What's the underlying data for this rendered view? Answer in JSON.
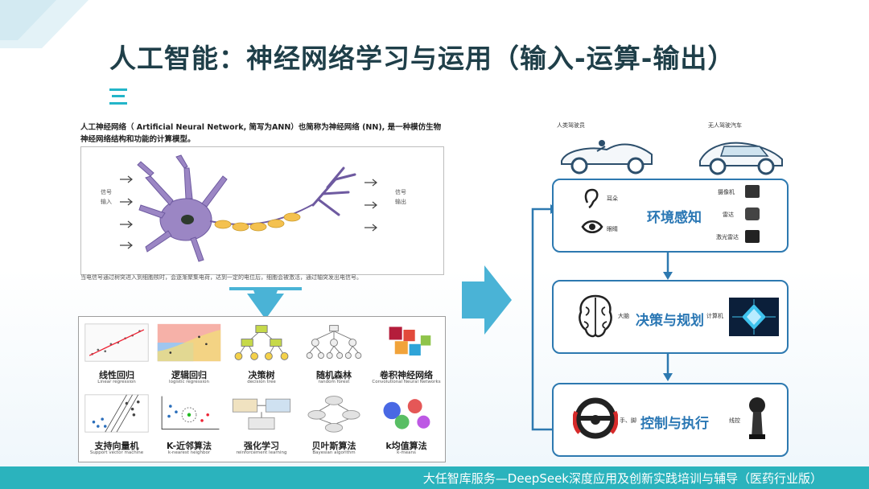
{
  "slide": {
    "title": "人工智能：神经网络学习与运用（输入-运算-输出）",
    "section_marker": "三",
    "footer_text": "大任智库服务—DeepSeek深度应用及创新实践培训与辅导（医药行业版）"
  },
  "ann": {
    "intro": "人工神经网络（ Artificial Neural Network, 简写为ANN）也简称为神经网络 (NN), 是一种模仿生物神经网络结构和功能的计算模型。",
    "input_label": "信号输入",
    "output_label": "信号输出",
    "caption": "当电信号通过树突进入到细胞核时，会逐渐聚集电荷，达到一定的电位后，细胞会被激活，通过轴突发出电信号。"
  },
  "algorithms": [
    {
      "cn": "线性回归",
      "en": "Linear regression",
      "icon": "scatter-line-icon"
    },
    {
      "cn": "逻辑回归",
      "en": "logistic regression",
      "icon": "heatmap-icon"
    },
    {
      "cn": "决策树",
      "en": "decision tree",
      "icon": "tree-icon"
    },
    {
      "cn": "随机森林",
      "en": "random forest",
      "icon": "forest-icon"
    },
    {
      "cn": "卷积神经网络",
      "en": "Convolutional Neural Networks",
      "icon": "cubes-icon"
    },
    {
      "cn": "支持向量机",
      "en": "Support vector machine",
      "icon": "svm-icon"
    },
    {
      "cn": "K-近邻算法",
      "en": "k-nearest neighbor",
      "icon": "knn-icon"
    },
    {
      "cn": "强化学习",
      "en": "reinforcement learning",
      "icon": "agent-icon"
    },
    {
      "cn": "贝叶斯算法",
      "en": "Bayesian algorithm",
      "icon": "bayes-net-icon"
    },
    {
      "cn": "k均值算法",
      "en": "k-means",
      "icon": "clusters-icon"
    }
  ],
  "right": {
    "human_driver": "人类驾驶员",
    "autonomous_car": "无人驾驶汽车",
    "perception": {
      "title": "环境感知",
      "ear": "耳朵",
      "eye": "眼睛",
      "camera": "摄像机",
      "radar": "雷达",
      "lidar": "激光雷达"
    },
    "decision": {
      "title": "决策与规划",
      "brain": "大脑",
      "computer": "计算机"
    },
    "control": {
      "title": "控制与执行",
      "hands_feet": "手、脚",
      "wire_control": "线控"
    }
  },
  "colors": {
    "title": "#1f3f49",
    "accent": "#23b5c9",
    "footer": "#2bb3bd",
    "flow_blue": "#2d79b0",
    "stage_text": "#2a77b4",
    "arrow": "#4ab3d6"
  }
}
